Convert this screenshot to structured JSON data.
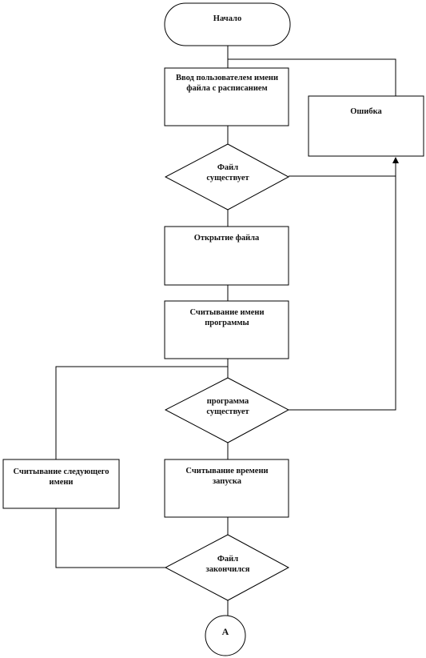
{
  "diagram": {
    "start": "Начало",
    "input_filename": "Ввод пользователем имени файла с расписанием",
    "error": "Ошибка",
    "file_exists": "Файл существует",
    "open_file": "Открытие файла",
    "read_program_name": "Считывание имени программы",
    "program_exists": "программа существует",
    "read_next_name": "Считывание следующего имени",
    "read_launch_time": "Считывание времени запуска",
    "file_ended": "Файл закончился",
    "connector": "А"
  }
}
